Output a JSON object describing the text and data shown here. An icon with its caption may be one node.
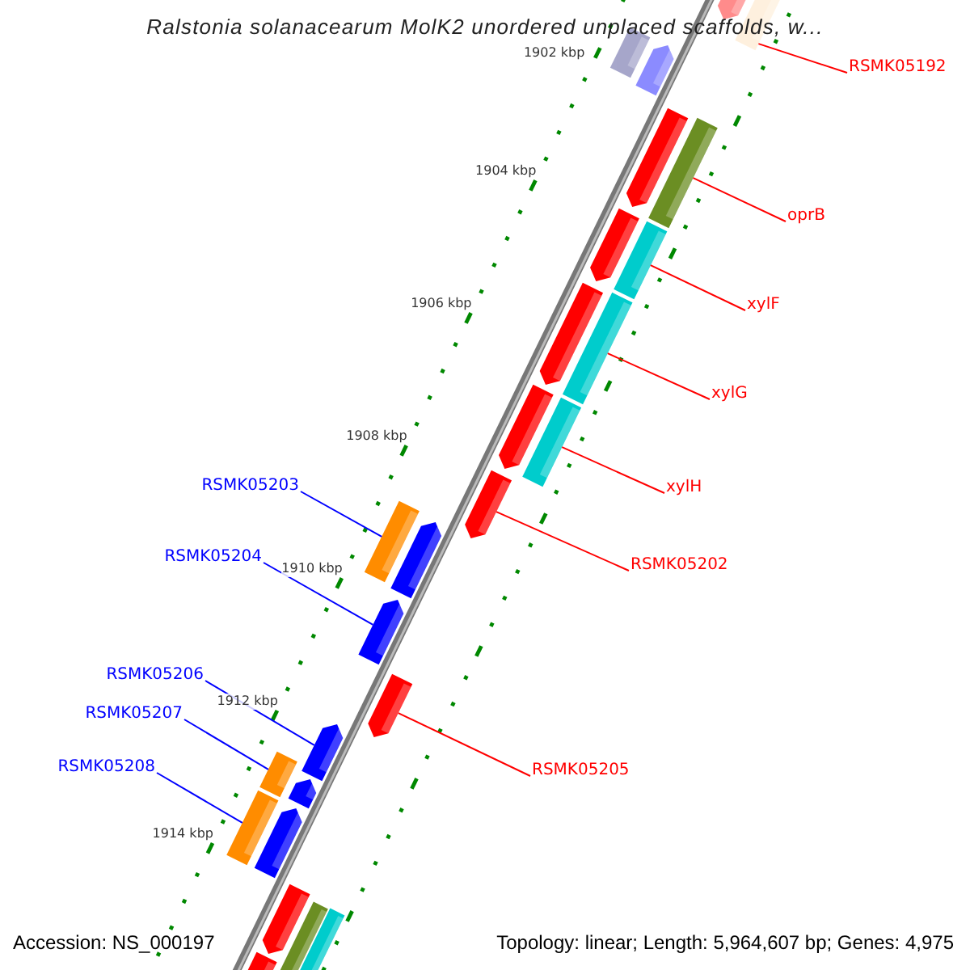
{
  "diagram": {
    "title": "Ralstonia solanacearum MolK2 unordered unplaced scaffolds, w...",
    "nodes": [
      {
        "text": [
          "RSMK05192"
        ]
      },
      {
        "text": [
          "oprB"
        ]
      },
      {
        "text": [
          "xylF"
        ]
      },
      {
        "text": [
          "xylG"
        ]
      },
      {
        "text": [
          "xylH"
        ]
      },
      {
        "text": [
          "RSMK05203"
        ]
      },
      {
        "text": [
          "RSMK05202"
        ]
      },
      {
        "text": [
          "RSMK05204"
        ]
      },
      {
        "text": [
          "RSMK05206"
        ]
      },
      {
        "text": [
          "RSMK05207"
        ]
      },
      {
        "text": [
          "RSMK05205"
        ]
      },
      {
        "text": [
          "RSMK05208"
        ]
      },
      {
        "text": [],
        "shape": "arrow"
      },
      {
        "text": [],
        "shape": "box"
      },
      {
        "text": [],
        "shape": "box"
      },
      {
        "text": [],
        "shape": "arrow"
      },
      {
        "text": [],
        "shape": "arrow"
      },
      {
        "text": [],
        "shape": "box"
      },
      {
        "text": [],
        "shape": "arrow"
      },
      {
        "text": [],
        "shape": "box"
      },
      {
        "text": [],
        "shape": "arrow"
      },
      {
        "text": [],
        "shape": "box"
      },
      {
        "text": [],
        "shape": "arrow"
      },
      {
        "text": [],
        "shape": "box"
      },
      {
        "text": [],
        "shape": "arrow"
      },
      {
        "text": [],
        "shape": "box"
      },
      {
        "text": [],
        "shape": "arrow"
      },
      {
        "text": [],
        "shape": "arrow"
      },
      {
        "text": [],
        "shape": "arrow"
      },
      {
        "text": [],
        "shape": "arrow"
      },
      {
        "text": [],
        "shape": "box"
      },
      {
        "text": [],
        "shape": "arrow"
      },
      {
        "text": [],
        "shape": "box"
      },
      {
        "text": [],
        "shape": "arrow"
      },
      {
        "text": [],
        "shape": "arrow"
      },
      {
        "text": [],
        "shape": "box"
      },
      {
        "text": [],
        "shape": "box"
      },
      {
        "text": [],
        "shape": "arrow"
      }
    ],
    "edges": [
      {
        "from": 0,
        "to": 13,
        "arrow": "none"
      },
      {
        "from": 1,
        "to": 17,
        "arrow": "none"
      },
      {
        "from": 2,
        "to": 19,
        "arrow": "none"
      },
      {
        "from": 3,
        "to": 21,
        "arrow": "none"
      },
      {
        "from": 4,
        "to": 23,
        "arrow": "none"
      },
      {
        "from": 5,
        "to": 25,
        "arrow": "none",
        "color": "#0000ff"
      },
      {
        "from": 6,
        "to": 24,
        "arrow": "none"
      },
      {
        "from": 7,
        "to": 27,
        "arrow": "none",
        "color": "#0000ff"
      },
      {
        "from": 8,
        "to": 29,
        "arrow": "none",
        "color": "#0000ff"
      },
      {
        "from": 9,
        "to": 30,
        "arrow": "none",
        "color": "#0000ff"
      },
      {
        "from": 10,
        "to": 28,
        "arrow": "none"
      },
      {
        "from": 11,
        "to": 32,
        "arrow": "none",
        "color": "#0000ff"
      }
    ],
    "labels": [
      "1902 kbp",
      "1904 kbp",
      "1906 kbp",
      "1908 kbp",
      "1910 kbp",
      "1912 kbp",
      "1914 kbp",
      "Accession: NS_000197",
      "Topology: linear; Length: 5,964,607 bp; Genes: 4,975"
    ]
  }
}
